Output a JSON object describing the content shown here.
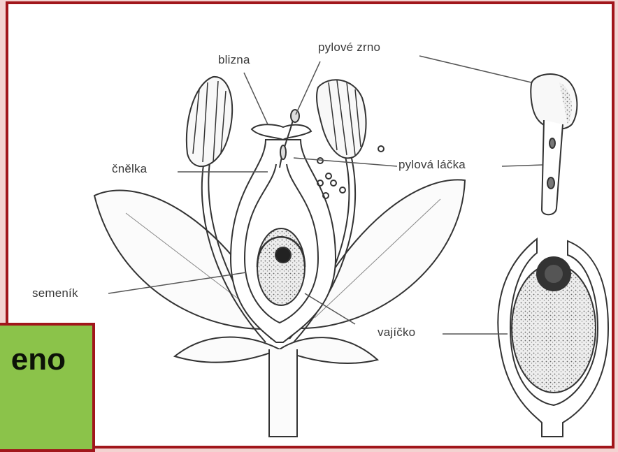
{
  "labels": {
    "blizna": "blizna",
    "pylove_zrno": "pylové zrno",
    "cnelka": "čnělka",
    "pylova_lacka": "pylová láčka",
    "semenik": "semeník",
    "vajicko": "vajíčko"
  },
  "badge": {
    "text": "eno"
  },
  "colors": {
    "frame": "#a1161b",
    "badge": "#8bc34a",
    "background": "#f3d3d1"
  }
}
